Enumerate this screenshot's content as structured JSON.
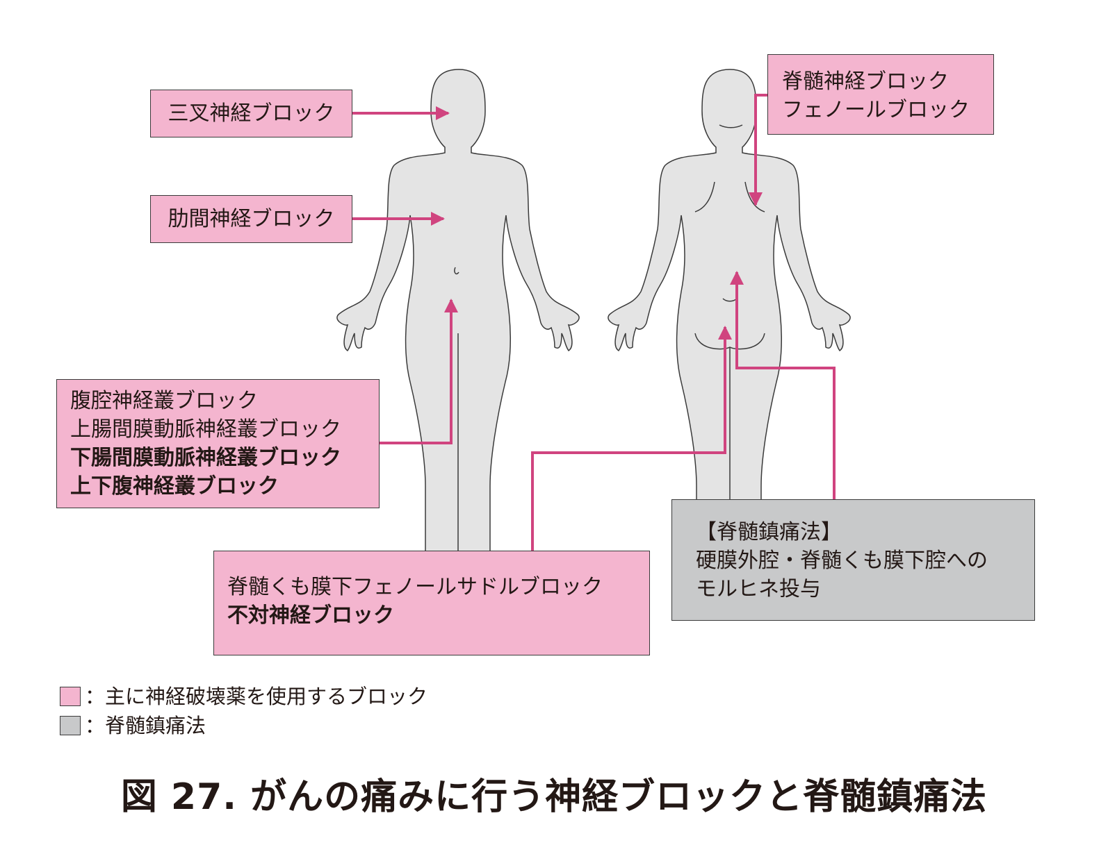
{
  "labels": {
    "trigeminal": "三叉神経ブロック",
    "intercostal": "肋間神経ブロック",
    "spinal": [
      "脊髄神経ブロック",
      "フェノールブロック"
    ],
    "plexus": [
      "腹腔神経叢ブロック",
      "上腸間膜動脈神経叢ブロック",
      "下腸間膜動脈神経叢ブロック",
      "上下腹神経叢ブロック"
    ],
    "saddle": [
      "脊髄くも膜下フェノールサドルブロック",
      "不対神経ブロック"
    ],
    "spinal_analgesia": [
      "【脊髄鎮痛法】",
      "硬膜外腔・脊髄くも膜下腔への",
      "モルヒネ投与"
    ]
  },
  "legend": [
    {
      "text": "：主に神経破壊薬を使用するブロック",
      "color": "#f4b5cf"
    },
    {
      "text": "：脊髄鎮痛法",
      "color": "#c8c9ca"
    }
  ],
  "caption": "図 27.  がんの痛みに行う神経ブロックと脊髄鎮痛法",
  "colors": {
    "pink_box": "#f4b5cf",
    "gray_box": "#c8c9ca",
    "arrow": "#d0447f",
    "body": "#e4e4e4",
    "outline": "#3a3a3a"
  }
}
